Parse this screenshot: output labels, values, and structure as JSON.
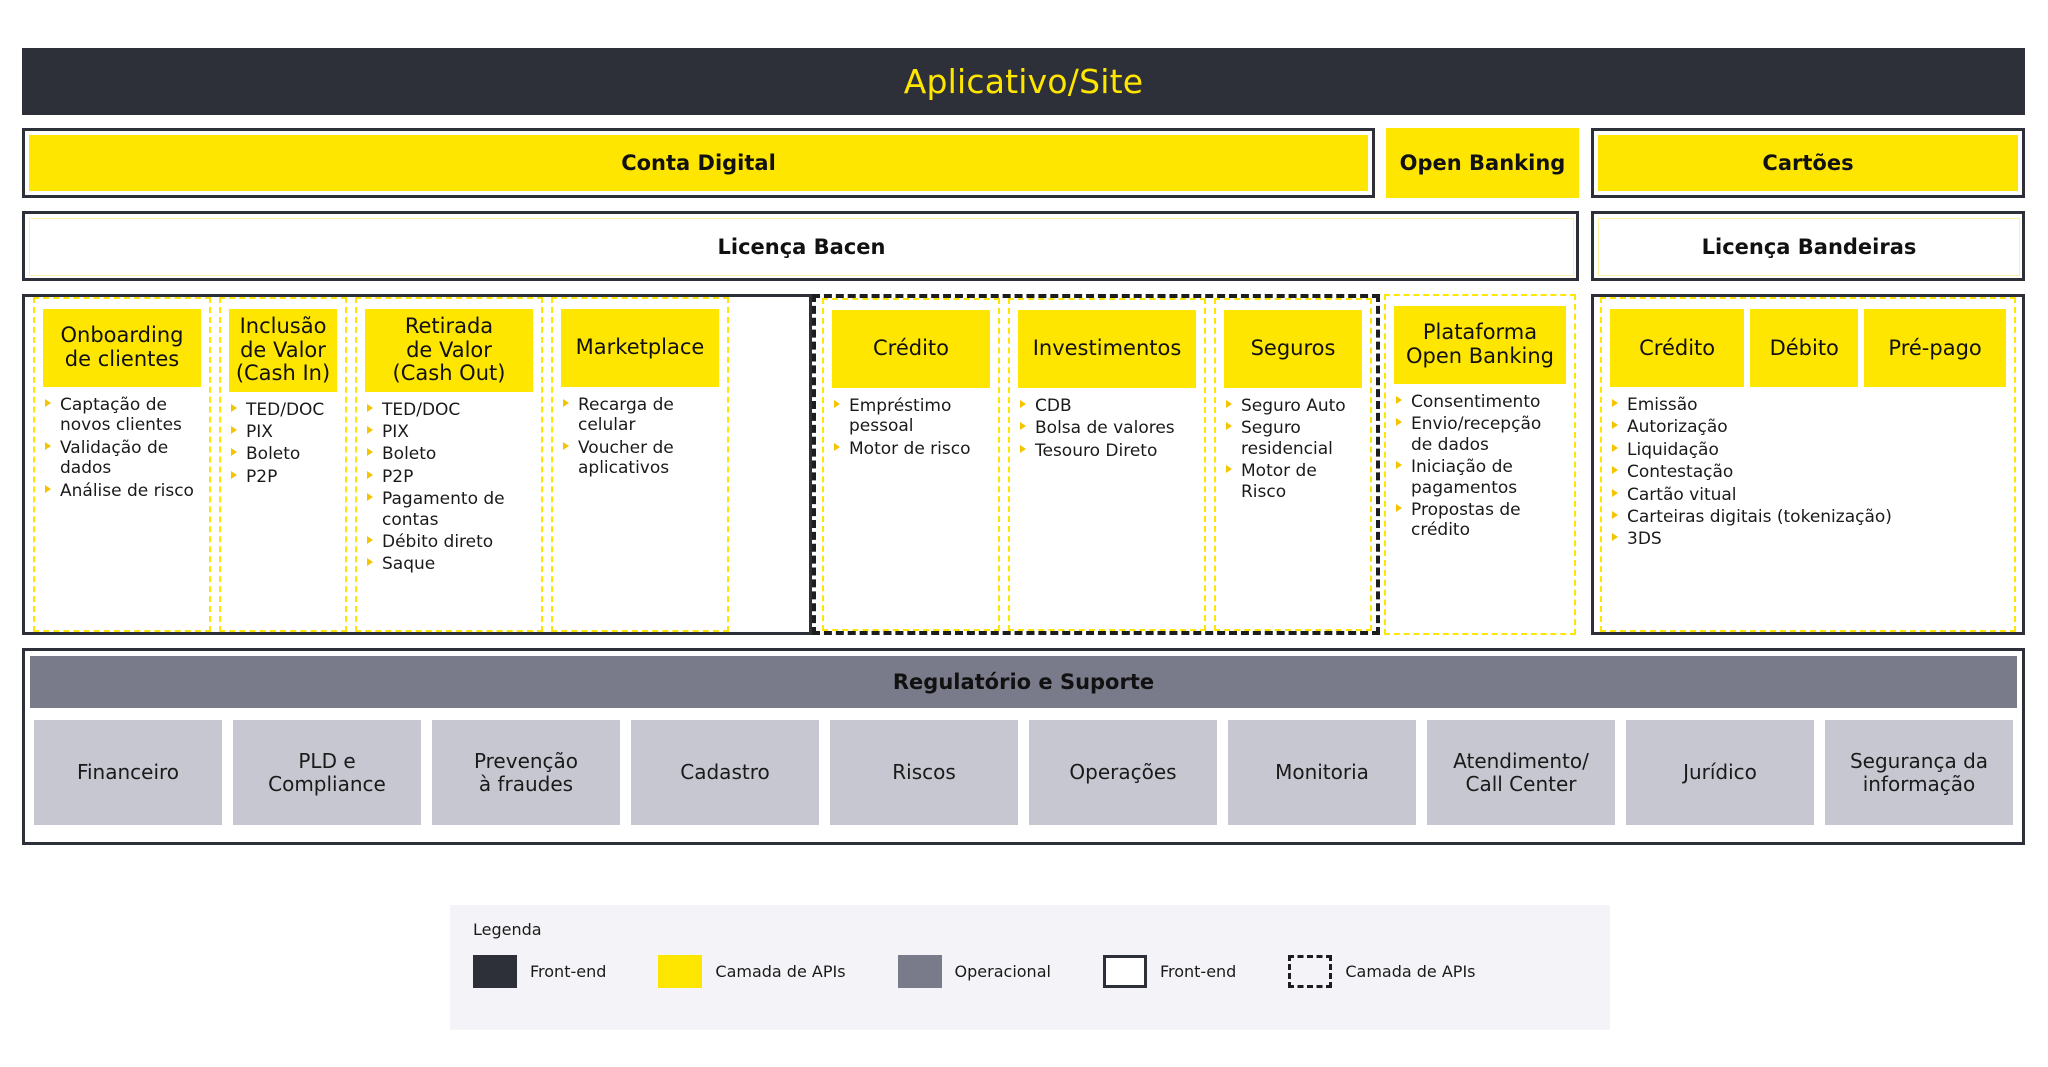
{
  "header": {
    "title": "Aplicativo/Site"
  },
  "channels": [
    {
      "label": "Conta Digital",
      "style": "framed"
    },
    {
      "label": "Open Banking",
      "style": "plain"
    },
    {
      "label": "Cartões",
      "style": "framed"
    }
  ],
  "licenses": [
    {
      "label": "Licença Bacen"
    },
    {
      "label": "Licença Bandeiras"
    }
  ],
  "bacen_columns": [
    {
      "title": "Onboarding\nde clientes",
      "items": [
        "Captação de novos clientes",
        "Validação de dados",
        "Análise de risco"
      ]
    },
    {
      "title": "Inclusão\nde Valor\n(Cash In)",
      "items": [
        "TED/DOC",
        "PIX",
        "Boleto",
        "P2P"
      ]
    },
    {
      "title": "Retirada\nde Valor\n(Cash Out)",
      "items": [
        "TED/DOC",
        "PIX",
        "Boleto",
        "P2P",
        "Pagamento de contas",
        "Débito direto",
        "Saque"
      ]
    },
    {
      "title": "Marketplace",
      "items": [
        "Recarga de celular",
        "Voucher de aplicativos"
      ]
    }
  ],
  "api_columns": [
    {
      "title": "Crédito",
      "items": [
        "Empréstimo pessoal",
        "Motor de risco"
      ]
    },
    {
      "title": "Investimentos",
      "items": [
        "CDB",
        "Bolsa de valores",
        "Tesouro Direto"
      ]
    },
    {
      "title": "Seguros",
      "items": [
        "Seguro Auto",
        "Seguro residencial",
        "Motor de Risco"
      ]
    }
  ],
  "open_banking_column": {
    "title": "Plataforma\nOpen Banking",
    "items": [
      "Consentimento",
      "Envio/recepção de dados",
      "Iniciação de pagamentos",
      "Propostas de crédito"
    ]
  },
  "cards_group": {
    "heads": [
      "Crédito",
      "Débito",
      "Pré-pago"
    ],
    "items": [
      "Emissão",
      "Autorização",
      "Liquidação",
      "Contestação",
      "Cartão vitual",
      "Carteiras digitais (tokenização)",
      "3DS"
    ]
  },
  "regulatory": {
    "title": "Regulatório e Suporte",
    "items": [
      "Financeiro",
      "PLD e\nCompliance",
      "Prevenção\nà fraudes",
      "Cadastro",
      "Riscos",
      "Operações",
      "Monitoria",
      "Atendimento/\nCall Center",
      "Jurídico",
      "Segurança da\ninformação"
    ]
  },
  "legend": {
    "title": "Legenda",
    "items": [
      {
        "swatch": "dark-fill",
        "label": "Front-end"
      },
      {
        "swatch": "yellow-fill",
        "label": "Camada de APIs"
      },
      {
        "swatch": "grey-fill",
        "label": "Operacional"
      },
      {
        "swatch": "solid-outline",
        "label": "Front-end"
      },
      {
        "swatch": "dashed-outline",
        "label": "Camada de APIs"
      }
    ]
  },
  "colors": {
    "accent_yellow": "#ffe600",
    "dark_navy": "#2e3039",
    "grey_band": "#7a7b8a",
    "grey_box": "#c6c7d0",
    "legend_bg": "#f4f4f8"
  }
}
